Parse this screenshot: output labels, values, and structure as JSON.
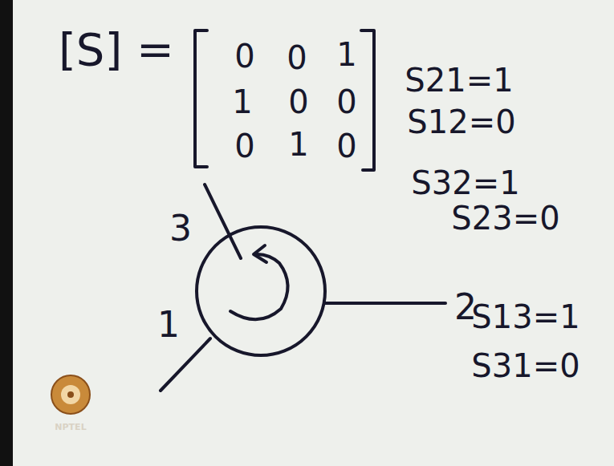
{
  "diagram": {
    "labels": [
      "[S] =",
      "0",
      "0",
      "1",
      "1",
      "0",
      "0",
      "0",
      "1",
      "0",
      "S21=1",
      "S12=0",
      "S32=1",
      "S23=0",
      "S13=1",
      "S31=0",
      "3",
      "1",
      "2",
      "NPTEL"
    ]
  }
}
